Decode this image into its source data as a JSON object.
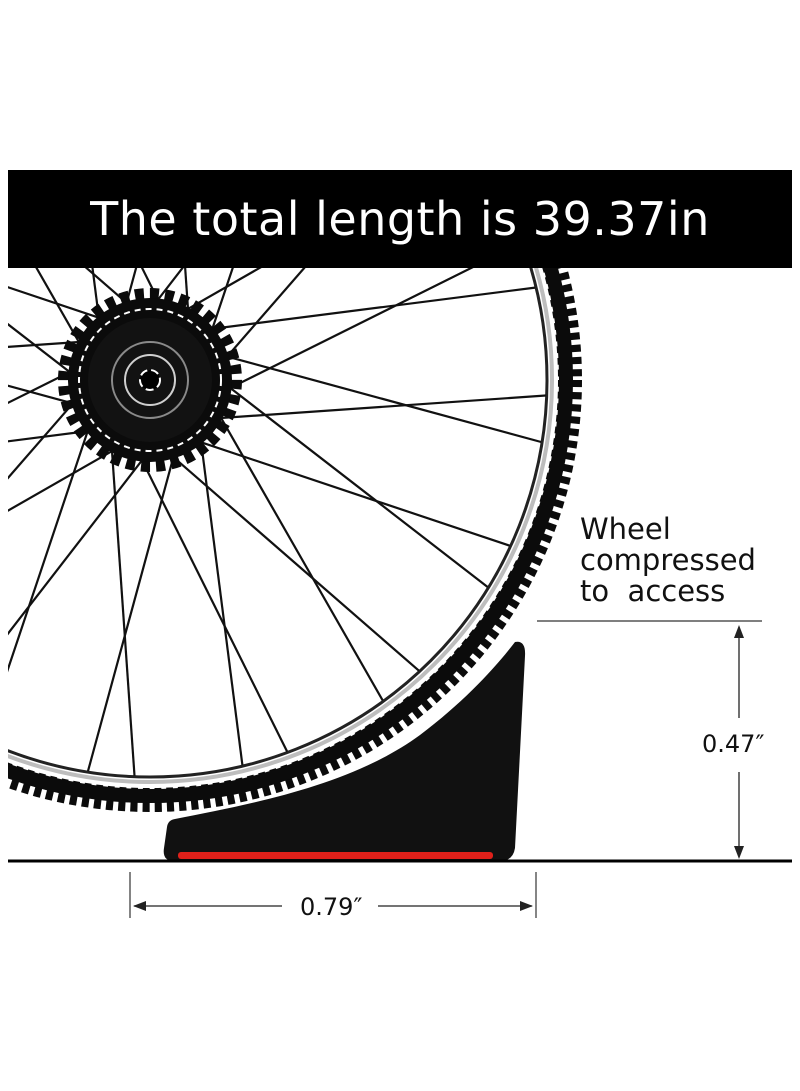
{
  "title": "The total length is 39.37in",
  "annotation": {
    "lines": [
      "Wheel",
      "compressed",
      "to  access"
    ]
  },
  "dimensions": {
    "height_label": "0.47″",
    "width_label": "0.79″"
  },
  "colors": {
    "title_bar": "#000000",
    "title_text": "#ffffff",
    "block": "#111111",
    "base_strip": "#e0201a",
    "tire": "#0b0b0b"
  },
  "icons": {
    "wheel": "bicycle-wheel-icon",
    "block": "wheel-riser-block-icon",
    "arrows": "dimension-arrow-icon"
  }
}
